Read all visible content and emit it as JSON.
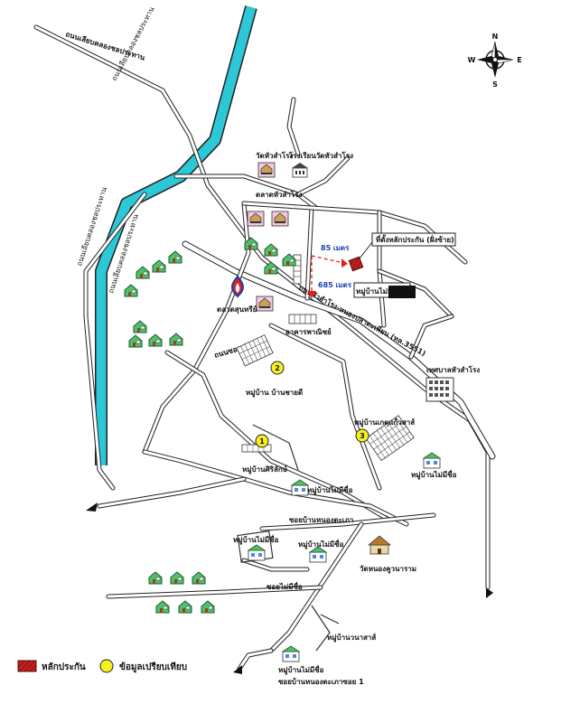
{
  "compass": {
    "north": "N",
    "south": "S",
    "east": "E",
    "west": "W"
  },
  "roads": {
    "canal_road_top": "ถนนเลียบคลองชลประทาน",
    "canal_road_left": "ถนนเลียบคลองชลประทาน",
    "main_road": "ถนนหัวสำโรง-หนองปลาตะเพียน (ทล.3551)",
    "soi_3": "ถนนซอย 3",
    "soi_nongkapao": "ซอยบ้านหนองตะเภา",
    "soi_mai_mi_chue": "ซอยไม่มีชื่อ",
    "soi_nongkapao_1": "ซอยบ้านหนองตะเภาซอย 1"
  },
  "places": {
    "temple_hua_samrong": "วัดหัวสำโรง",
    "school_hua_samrong": "โรงเรียนวัดหัวสำโรง",
    "market_hua_samrong": "ตลาดหัวสำโรง",
    "market_sunthorn": "ตลาดสุนทรีย์",
    "building_commercial": "อาคารพาณิชย์",
    "municipality": "เทศบาลหัวสำโรง",
    "temple_khukhuan": "วัดหนองคูวนาราม",
    "village_sakae": "หมู่บ้านวนาสาส์"
  },
  "villages": {
    "v_no_name_main": "หมู่บ้านไม่มีชื่อ",
    "v_chaiyadi": "หมู่บ้าน บ้านชายดี",
    "v_sirilak": "หมู่บ้านศิริลักษ์",
    "v_kaeo_sao": "หมู่บ้านเกตุแก้วสาส์",
    "v_no_name_1": "หมู่บ้านไม่มีชื่อ",
    "v_no_name_2": "หมู่บ้านไม่มีชื่อ",
    "v_no_name_3": "หมู่บ้านไม่มีชื่อ",
    "v_no_name_4": "หมู่บ้านไม่มีชื่อ",
    "v_no_name_5": "หมู่บ้านไม่มีชื่อ"
  },
  "collateral": {
    "label": "ที่ตั้งหลักประกัน (ฝั่งซ้าย)",
    "distance_1": "85 เมตร",
    "distance_2": "685 เมตร"
  },
  "comparables": [
    "1",
    "2",
    "3"
  ],
  "legend": {
    "collateral_label": "หลักประกัน",
    "comparable_label": "ข้อมูลเปรียบเทียบ"
  },
  "colors": {
    "canal": "#2cc8d8",
    "collateral": "#c0221e",
    "comparable": "#f7f021",
    "distance": "#1a3fb8",
    "arrow": "#e02020",
    "house": "#4fc06b"
  }
}
